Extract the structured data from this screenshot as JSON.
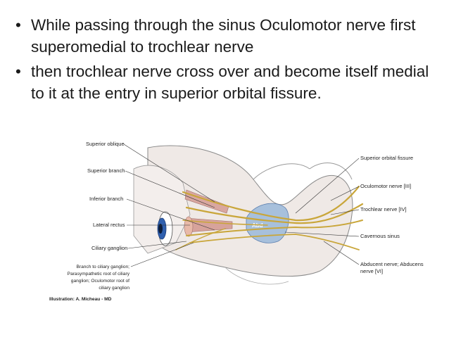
{
  "bullets": [
    "While passing through the sinus Oculomotor nerve first superomedial to trochlear nerve",
    " then trochlear nerve cross over and become itself medial to it at the entry in superior orbital fissure."
  ],
  "bullet_symbol": "•",
  "figure": {
    "left_labels": {
      "superior_oblique": "Superior oblique",
      "superior_branch": "Superior branch",
      "inferior_branch": "Inferior branch",
      "lateral_rectus": "Lateral rectus",
      "ciliary_ganglion": "Ciliary ganglion",
      "branch_line1": "Branch to ciliary ganglion;",
      "branch_line2": "Parasympathetic root of ciliary",
      "branch_line3": "ganglion; Oculomotor root of",
      "branch_line4": "ciliary ganglion"
    },
    "right_labels": {
      "superior_orbital_fissure": "Superior orbital fissure",
      "oculomotor_nerve": "Oculomotor nerve [III]",
      "trochlear_nerve": "Trochlear nerve [IV]",
      "cavernous_sinus": "Cavernous sinus",
      "abducent_line1": "Abducent nerve; Abducens",
      "abducent_line2": "nerve [VI]"
    },
    "credit": "Illustration: A. Micheau - MD",
    "center_label": "Abd"
  }
}
